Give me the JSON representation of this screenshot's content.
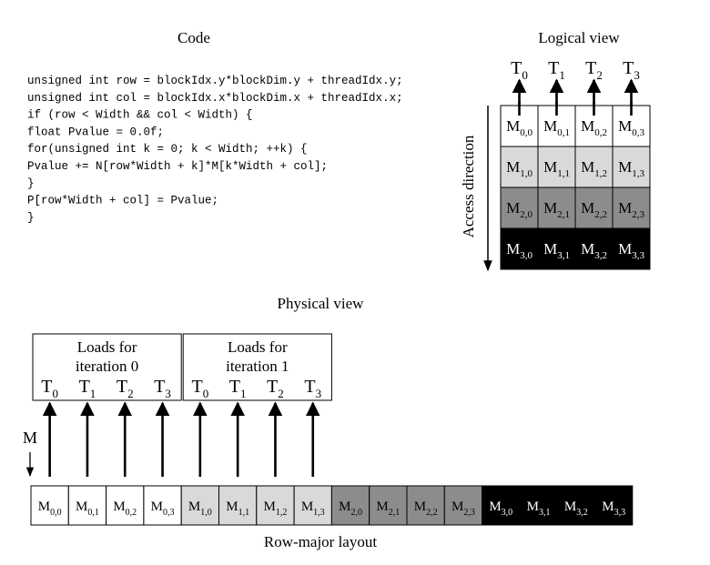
{
  "code": {
    "heading": "Code",
    "lines": [
      "unsigned int row = blockIdx.y*blockDim.y + threadIdx.y;",
      "unsigned int col = blockIdx.x*blockDim.x + threadIdx.x;",
      "if (row < Width && col < Width) {",
      "    float Pvalue = 0.0f;",
      "    for(unsigned int k = 0; k < Width; ++k) {",
      "        Pvalue += N[row*Width + k]*M[k*Width + col];",
      "    }",
      "    P[row*Width + col] = Pvalue;",
      "}"
    ]
  },
  "logical": {
    "heading": "Logical view",
    "access_label": "Access direction",
    "threads": [
      {
        "base": "T",
        "sub": "0"
      },
      {
        "base": "T",
        "sub": "1"
      },
      {
        "base": "T",
        "sub": "2"
      },
      {
        "base": "T",
        "sub": "3"
      }
    ],
    "rows": [
      {
        "fill": "#ffffff",
        "text": "#000000",
        "cells": [
          {
            "base": "M",
            "sub": "0,0"
          },
          {
            "base": "M",
            "sub": "0,1"
          },
          {
            "base": "M",
            "sub": "0,2"
          },
          {
            "base": "M",
            "sub": "0,3"
          }
        ]
      },
      {
        "fill": "#d9d9d9",
        "text": "#000000",
        "cells": [
          {
            "base": "M",
            "sub": "1,0"
          },
          {
            "base": "M",
            "sub": "1,1"
          },
          {
            "base": "M",
            "sub": "1,2"
          },
          {
            "base": "M",
            "sub": "1,3"
          }
        ]
      },
      {
        "fill": "#8c8c8c",
        "text": "#000000",
        "cells": [
          {
            "base": "M",
            "sub": "2,0"
          },
          {
            "base": "M",
            "sub": "2,1"
          },
          {
            "base": "M",
            "sub": "2,2"
          },
          {
            "base": "M",
            "sub": "2,3"
          }
        ]
      },
      {
        "fill": "#000000",
        "text": "#ffffff",
        "cells": [
          {
            "base": "M",
            "sub": "3,0"
          },
          {
            "base": "M",
            "sub": "3,1"
          },
          {
            "base": "M",
            "sub": "3,2"
          },
          {
            "base": "M",
            "sub": "3,3"
          }
        ]
      }
    ]
  },
  "physical": {
    "heading": "Physical view",
    "layout_label": "Row-major layout",
    "m_label": "M",
    "groups": [
      {
        "line1": "Loads for",
        "line2": "iteration 0",
        "threads": [
          {
            "base": "T",
            "sub": "0"
          },
          {
            "base": "T",
            "sub": "1"
          },
          {
            "base": "T",
            "sub": "2"
          },
          {
            "base": "T",
            "sub": "3"
          }
        ]
      },
      {
        "line1": "Loads for",
        "line2": "iteration 1",
        "threads": [
          {
            "base": "T",
            "sub": "0"
          },
          {
            "base": "T",
            "sub": "1"
          },
          {
            "base": "T",
            "sub": "2"
          },
          {
            "base": "T",
            "sub": "3"
          }
        ]
      }
    ],
    "cells": [
      {
        "base": "M",
        "sub": "0,0",
        "fill": "#ffffff",
        "text": "#000000"
      },
      {
        "base": "M",
        "sub": "0,1",
        "fill": "#ffffff",
        "text": "#000000"
      },
      {
        "base": "M",
        "sub": "0,2",
        "fill": "#ffffff",
        "text": "#000000"
      },
      {
        "base": "M",
        "sub": "0,3",
        "fill": "#ffffff",
        "text": "#000000"
      },
      {
        "base": "M",
        "sub": "1,0",
        "fill": "#d9d9d9",
        "text": "#000000"
      },
      {
        "base": "M",
        "sub": "1,1",
        "fill": "#d9d9d9",
        "text": "#000000"
      },
      {
        "base": "M",
        "sub": "1,2",
        "fill": "#d9d9d9",
        "text": "#000000"
      },
      {
        "base": "M",
        "sub": "1,3",
        "fill": "#d9d9d9",
        "text": "#000000"
      },
      {
        "base": "M",
        "sub": "2,0",
        "fill": "#8c8c8c",
        "text": "#000000"
      },
      {
        "base": "M",
        "sub": "2,1",
        "fill": "#8c8c8c",
        "text": "#000000"
      },
      {
        "base": "M",
        "sub": "2,2",
        "fill": "#8c8c8c",
        "text": "#000000"
      },
      {
        "base": "M",
        "sub": "2,3",
        "fill": "#8c8c8c",
        "text": "#000000"
      },
      {
        "base": "M",
        "sub": "3,0",
        "fill": "#000000",
        "text": "#ffffff"
      },
      {
        "base": "M",
        "sub": "3,1",
        "fill": "#000000",
        "text": "#ffffff"
      },
      {
        "base": "M",
        "sub": "3,2",
        "fill": "#000000",
        "text": "#ffffff"
      },
      {
        "base": "M",
        "sub": "3,3",
        "fill": "#000000",
        "text": "#ffffff"
      }
    ]
  }
}
